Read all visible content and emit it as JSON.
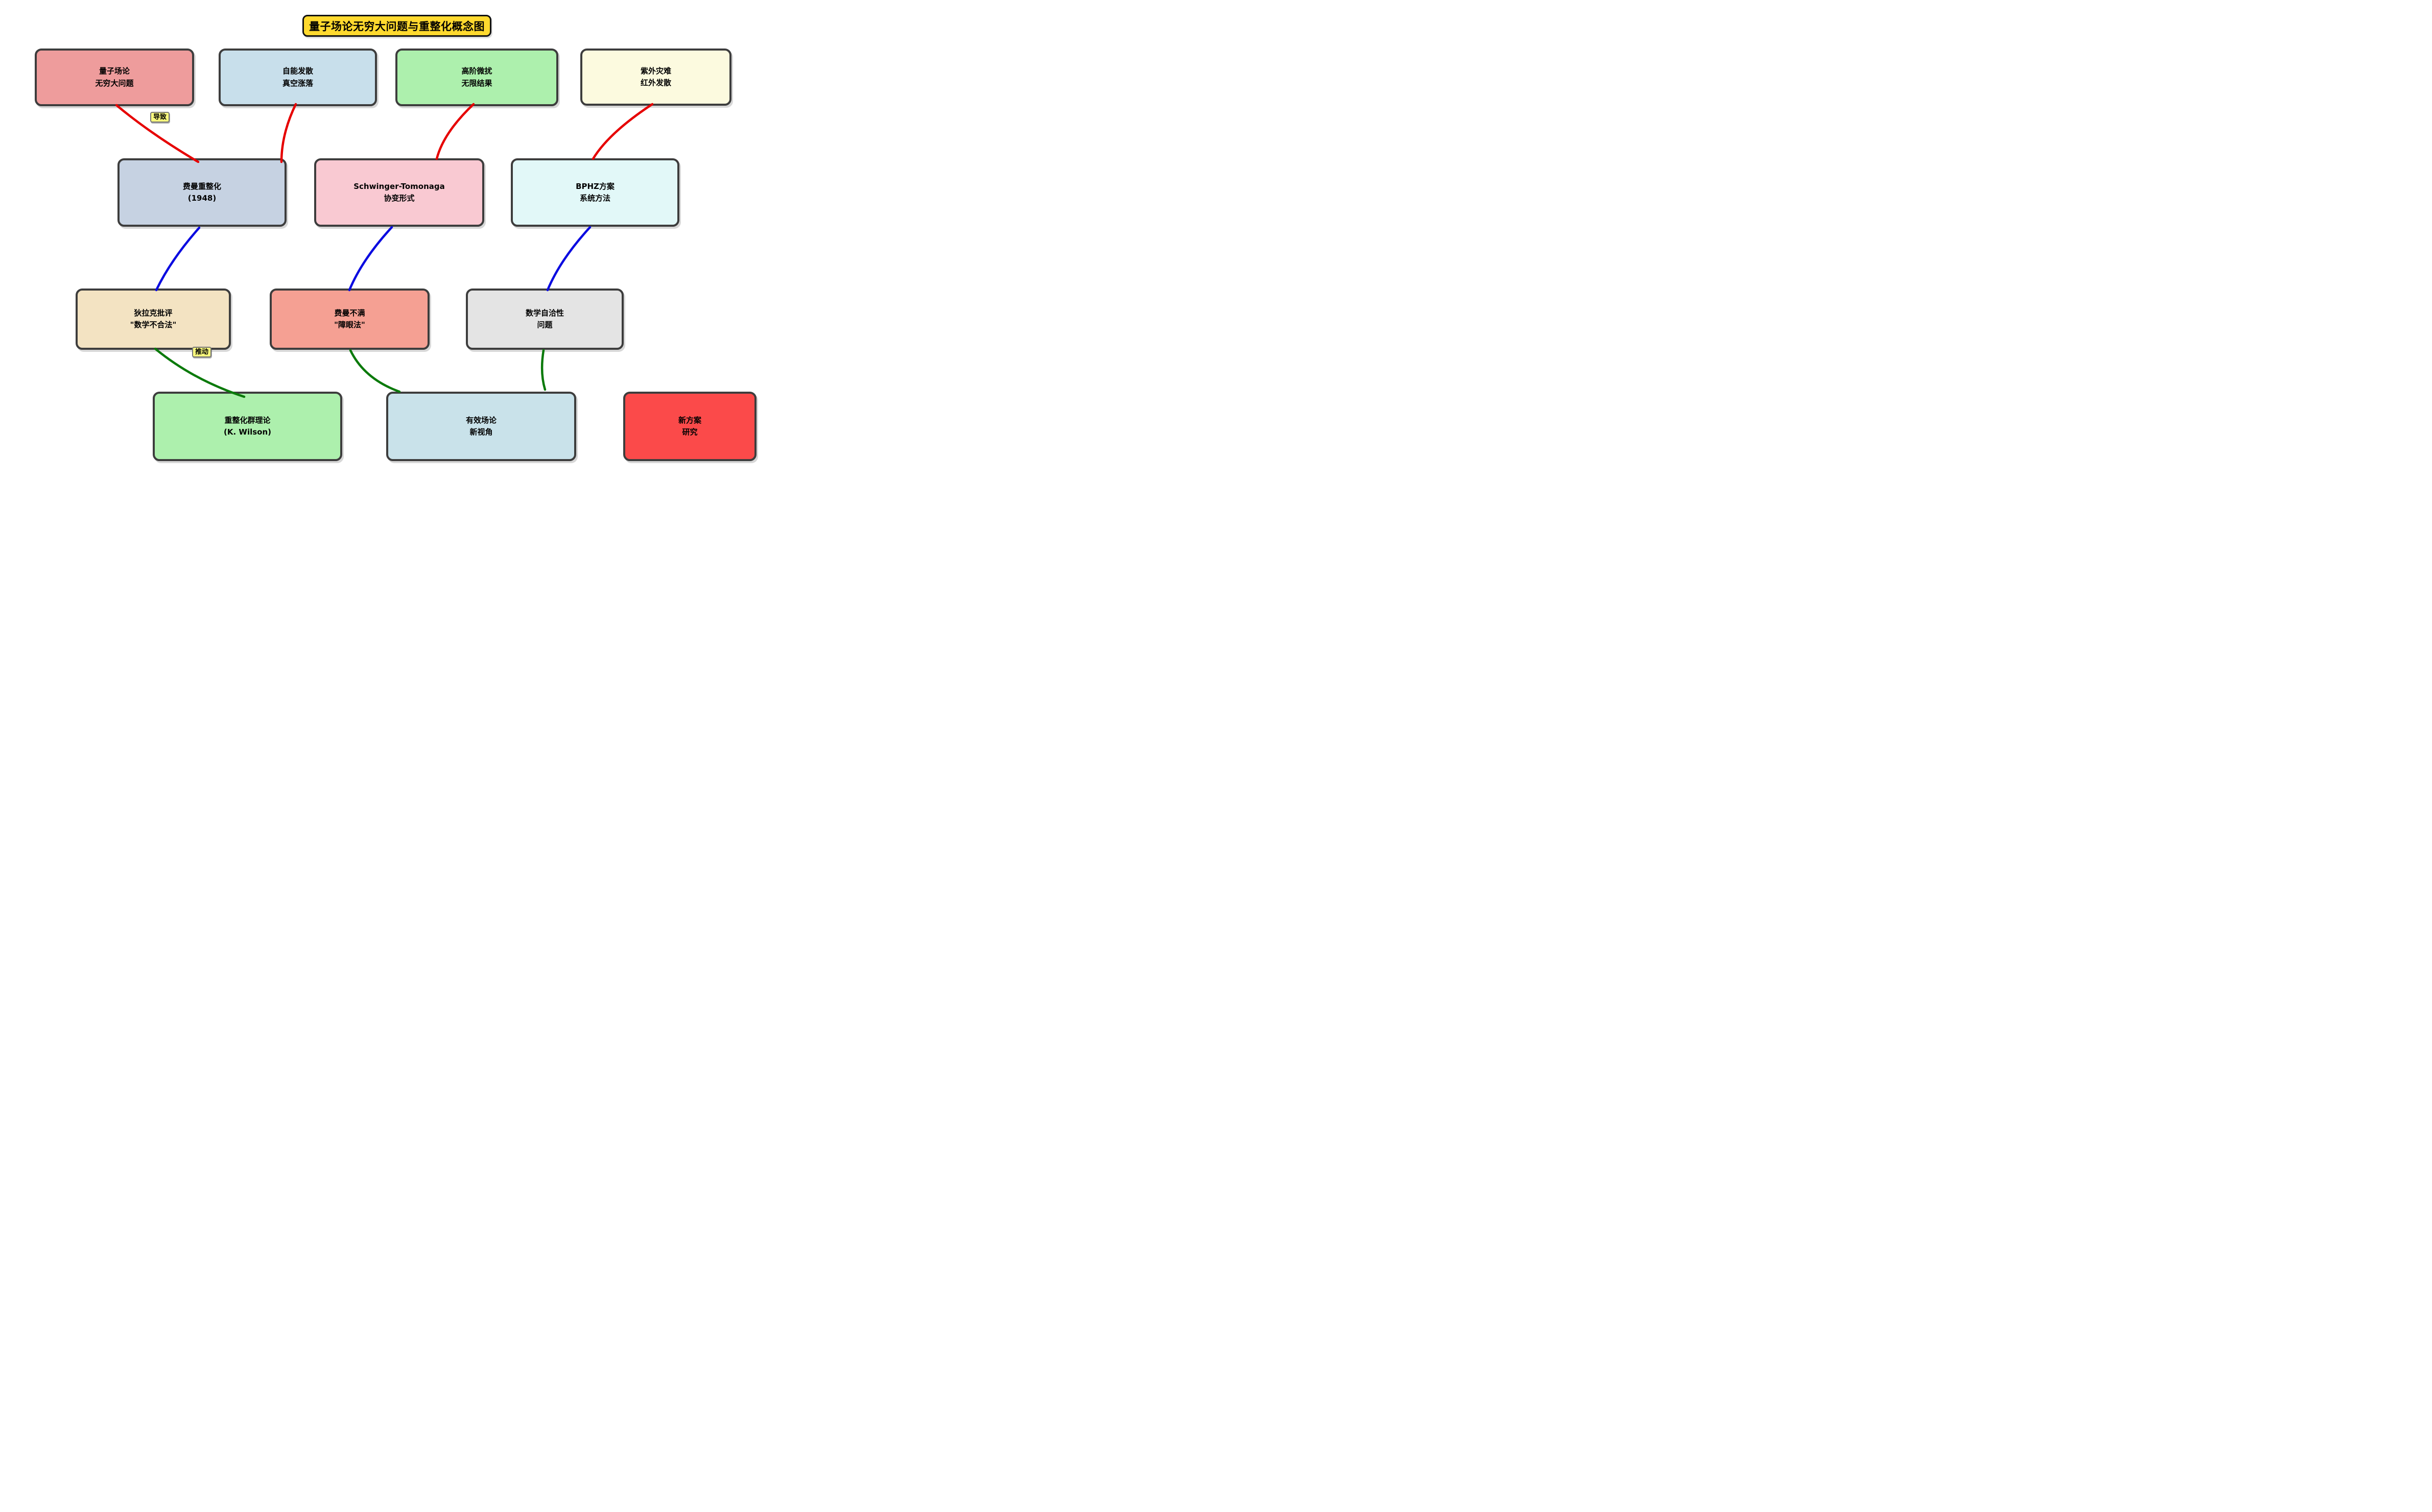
{
  "title": "量子场论无穷大问题与重整化概念图",
  "colors": {
    "title_bg": "#FFD92E",
    "label_bg": "#F9F97D",
    "node_border": "#3d3d3d",
    "edge_red": "#e60000",
    "edge_blue": "#0b0be0",
    "edge_green": "#0b7a0b"
  },
  "nodes": {
    "qft_infinity": {
      "line1": "量子场论",
      "line2": "无穷大问题",
      "fill": "#EE9C9C"
    },
    "self_energy": {
      "line1": "自能发散",
      "line2": "真空涨落",
      "fill": "#C8DFEB"
    },
    "higher_order": {
      "line1": "高阶微扰",
      "line2": "无限结果",
      "fill": "#ADF0AD"
    },
    "uv_ir": {
      "line1": "紫外灾难",
      "line2": "红外发散",
      "fill": "#FCFADF"
    },
    "feynman_renorm": {
      "line1": "费曼重整化",
      "line2": "(1948)",
      "fill": "#C6D2E2"
    },
    "schwinger": {
      "line1": "Schwinger-Tomonaga",
      "line2": "协变形式",
      "fill": "#F9C9D2"
    },
    "bphz": {
      "line1": "BPHZ方案",
      "line2": "系统方法",
      "fill": "#E2F8F8"
    },
    "dirac_critique": {
      "line1": "狄拉克批评",
      "line2": "\"数学不合法\"",
      "fill": "#F3E3C2"
    },
    "feynman_unhappy": {
      "line1": "费曼不满",
      "line2": "\"障眼法\"",
      "fill": "#F5A093"
    },
    "consistency": {
      "line1": "数学自洽性",
      "line2": "问题",
      "fill": "#E4E4E4"
    },
    "rg_theory": {
      "line1": "重整化群理论",
      "line2": "(K. Wilson)",
      "fill": "#ADF0AD"
    },
    "eft": {
      "line1": "有效场论",
      "line2": "新视角",
      "fill": "#C9E2EA"
    },
    "new_scheme": {
      "line1": "新方案",
      "line2": "研究",
      "fill": "#FB4A4A"
    }
  },
  "edges": [
    {
      "from": "qft_infinity",
      "to": "feynman_renorm",
      "color": "#e60000",
      "label": "导致"
    },
    {
      "from": "self_energy",
      "to": "feynman_renorm",
      "color": "#e60000",
      "label": ""
    },
    {
      "from": "higher_order",
      "to": "schwinger",
      "color": "#e60000",
      "label": ""
    },
    {
      "from": "uv_ir",
      "to": "bphz",
      "color": "#e60000",
      "label": ""
    },
    {
      "from": "feynman_renorm",
      "to": "dirac_critique",
      "color": "#0b0be0",
      "label": ""
    },
    {
      "from": "schwinger",
      "to": "feynman_unhappy",
      "color": "#0b0be0",
      "label": ""
    },
    {
      "from": "bphz",
      "to": "consistency",
      "color": "#0b0be0",
      "label": ""
    },
    {
      "from": "dirac_critique",
      "to": "rg_theory",
      "color": "#0b7a0b",
      "label": "推动"
    },
    {
      "from": "feynman_unhappy",
      "to": "eft",
      "color": "#0b7a0b",
      "label": ""
    },
    {
      "from": "consistency",
      "to": "eft",
      "color": "#0b7a0b",
      "label": ""
    }
  ]
}
